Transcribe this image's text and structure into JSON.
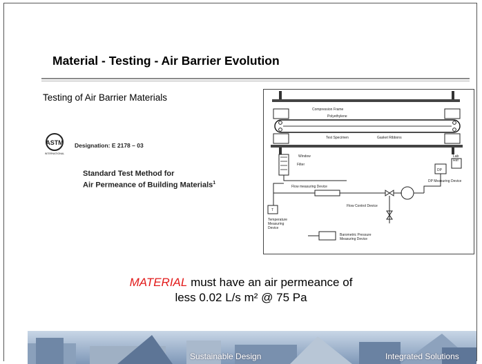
{
  "slide": {
    "title": "Material - Testing - Air Barrier Evolution",
    "subtitle": "Testing of Air Barrier Materials"
  },
  "standard": {
    "logo_text": "ASTM",
    "logo_subtext": "INTERNATIONAL",
    "designation": "Designation: E 2178 – 03",
    "title_line1": "Standard Test Method for",
    "title_line2": "Air Permeance of Building Materials",
    "footnote_mark": "1"
  },
  "diagram": {
    "labels": {
      "compression_frame": "Compression Frame",
      "polyethylene": "Polyethylene",
      "test_specimen": "Test Specimen",
      "gasket_ribbons": "Gasket Ribbons",
      "window": "Window",
      "filter": "Filter",
      "lab_ref": "Lab",
      "lab_ref2": "Ref",
      "dp": "DP",
      "dp_device": "DP Measuring Device",
      "flow_measuring": "Flow measuring Device",
      "flow_control": "Flow Control Device",
      "t": "T",
      "temp1": "Temperature",
      "temp2": "Measuring",
      "temp3": "Device",
      "baro1": "Barometric Pressure",
      "baro2": "Measuring Device"
    }
  },
  "statement": {
    "emphasis": "MATERIAL",
    "line1_rest": " must have an air permeance of",
    "line2": "less 0.02 L/s m² @ 75 Pa"
  },
  "footer": {
    "left": "Sustainable Design",
    "right": "Integrated Solutions"
  },
  "colors": {
    "emphasis": "#e21b1b"
  }
}
